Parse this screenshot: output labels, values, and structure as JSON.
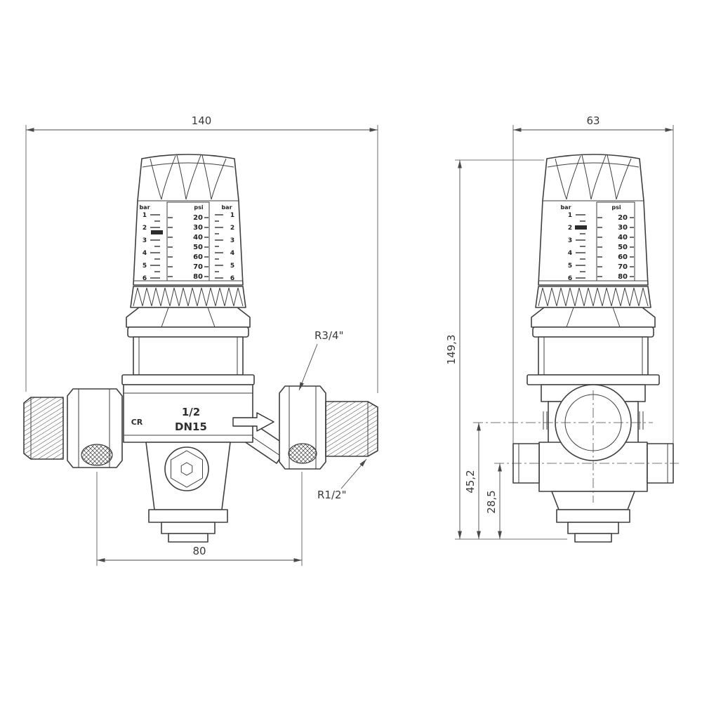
{
  "drawing": {
    "front": {
      "dim_overall_width": "140",
      "dim_port_distance": "80",
      "callout_top": "R3/4\"",
      "callout_bottom": "R1/2\"",
      "size_marking": "1/2",
      "dn_marking": "DN15",
      "brand_marking": "CR"
    },
    "side": {
      "dim_overall_width": "63",
      "dim_overall_height": "149,3",
      "dim_axis_height": "45,2",
      "dim_port_height": "28,5"
    },
    "scale": {
      "bar_label": "bar",
      "psi_label": "psi",
      "bar_values": [
        "1",
        "2",
        "3",
        "4",
        "5",
        "6"
      ],
      "psi_values": [
        "20",
        "30",
        "40",
        "50",
        "60",
        "70",
        "80"
      ]
    }
  }
}
